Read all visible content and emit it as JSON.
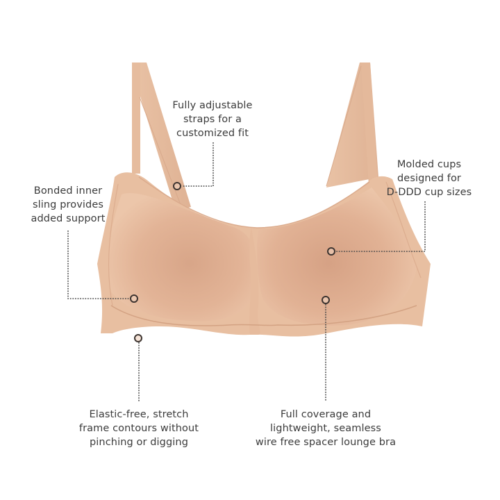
{
  "product": {
    "name": "wire free spacer lounge bra",
    "colors": {
      "fabric": "#e8bfa1",
      "fabric_light": "#efcdb3",
      "fabric_shadow": "#d29e80",
      "seam": "#d9ab8c",
      "text": "#3b3b3b",
      "leader": "#4a4a4a",
      "background": "#ffffff"
    }
  },
  "callouts": [
    {
      "id": "straps",
      "lines": [
        "Fully adjustable",
        "straps for a",
        "customized fit"
      ]
    },
    {
      "id": "molded-cups",
      "lines": [
        "Molded cups",
        "designed for",
        "D-DDD cup sizes"
      ]
    },
    {
      "id": "inner-sling",
      "lines": [
        "Bonded inner",
        "sling provides",
        "added support"
      ]
    },
    {
      "id": "frame",
      "lines": [
        "Elastic-free, stretch",
        "frame contours without",
        "pinching or digging"
      ]
    },
    {
      "id": "coverage",
      "lines": [
        "Full coverage and",
        "lightweight, seamless",
        "wire free spacer lounge bra"
      ]
    }
  ]
}
